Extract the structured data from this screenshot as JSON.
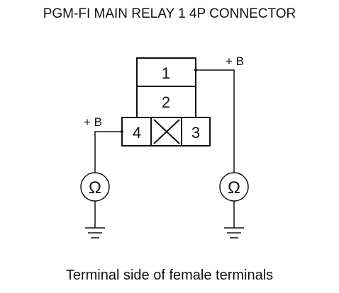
{
  "title": "PGM-FI MAIN RELAY 1 4P CONNECTOR",
  "caption": "Terminal side of female terminals",
  "connector": {
    "terminals": [
      {
        "number": "1"
      },
      {
        "number": "2"
      },
      {
        "number": "3"
      },
      {
        "number": "4"
      }
    ]
  },
  "labels": {
    "plus_b_left": "+ B",
    "plus_b_right": "+ B",
    "ohm_symbol_left": "Ω",
    "ohm_symbol_right": "Ω"
  }
}
